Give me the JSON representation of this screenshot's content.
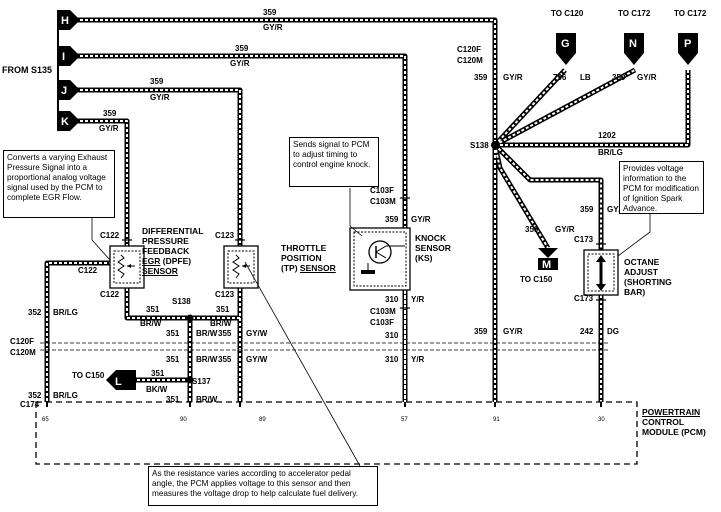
{
  "from_label": "FROM S135",
  "connectors": {
    "H": "H",
    "I": "I",
    "J": "J",
    "K": "K",
    "L": "L",
    "G": "G",
    "N": "N",
    "P": "P",
    "M": "M"
  },
  "to_labels": {
    "g": "TO C120",
    "n": "TO C172",
    "p": "TO C172",
    "m": "TO C150",
    "l": "TO C150"
  },
  "wires": {
    "w359": "359",
    "gyr": "GY/R",
    "w352": "352",
    "brlg": "BR/LG",
    "w351": "351",
    "brw": "BR/W",
    "w355": "355",
    "gyw": "GY/W",
    "w310": "310",
    "yr": "Y/R",
    "w796": "796",
    "lb": "LB",
    "w1202": "1202",
    "w242": "242",
    "dg": "DG",
    "bkw": "BK/W"
  },
  "connector_ids": {
    "c120f": "C120F",
    "c120m": "C120M",
    "c122": "C122",
    "c123": "C123",
    "c103f": "C103F",
    "c103m": "C103M",
    "c173": "C173",
    "c174": "C174",
    "s138": "S138",
    "s137": "S137"
  },
  "pins": {
    "p65": "65",
    "p90": "90",
    "p89": "89",
    "p57": "57",
    "p91": "91",
    "p30": "30"
  },
  "components": {
    "dpfe": [
      "DIFFERENTIAL",
      "PRESSURE",
      "FEEDBACK",
      "EGR",
      "(DPFE)",
      "SENSOR"
    ],
    "tp": [
      "THROTTLE",
      "POSITION",
      "(TP)",
      "SENSOR"
    ],
    "ks": [
      "KNOCK",
      "SENSOR",
      "(KS)"
    ],
    "octane": [
      "OCTANE",
      "ADJUST",
      "(SHORTING",
      "BAR)"
    ],
    "pcm": [
      "POWERTRAIN",
      "CONTROL",
      "MODULE",
      "(PCM)"
    ]
  },
  "notes": {
    "egr": "Converts a varying Exhaust Pressure Signal into a proportional analog voltage signal used by the PCM to complete EGR Flow.",
    "knock": "Sends signal to PCM to adjust timing to control engine knock.",
    "spark": "Provides voltage information to the PCM for modification of Ignition Spark Advance.",
    "tps": "As the resistance varies according to accelerator pedal angle, the PCM applies voltage to this sensor and then measures the voltage drop to help calculate fuel delivery."
  }
}
